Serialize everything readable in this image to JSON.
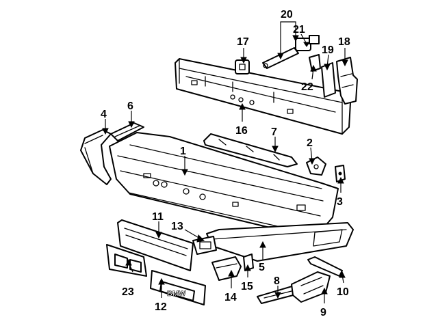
{
  "diagram": {
    "callouts": [
      {
        "id": "1",
        "label": "1"
      },
      {
        "id": "2",
        "label": "2"
      },
      {
        "id": "3",
        "label": "3"
      },
      {
        "id": "4",
        "label": "4"
      },
      {
        "id": "5",
        "label": "5"
      },
      {
        "id": "6",
        "label": "6"
      },
      {
        "id": "7",
        "label": "7"
      },
      {
        "id": "8",
        "label": "8"
      },
      {
        "id": "9",
        "label": "9"
      },
      {
        "id": "10",
        "label": "10"
      },
      {
        "id": "11",
        "label": "11"
      },
      {
        "id": "12",
        "label": "12"
      },
      {
        "id": "13",
        "label": "13"
      },
      {
        "id": "14",
        "label": "14"
      },
      {
        "id": "15",
        "label": "15"
      },
      {
        "id": "16",
        "label": "16"
      },
      {
        "id": "17",
        "label": "17"
      },
      {
        "id": "18",
        "label": "18"
      },
      {
        "id": "19",
        "label": "19"
      },
      {
        "id": "20",
        "label": "20"
      },
      {
        "id": "21",
        "label": "21"
      },
      {
        "id": "22",
        "label": "22"
      },
      {
        "id": "23",
        "label": "23"
      }
    ],
    "emblem_text": "BMW"
  }
}
